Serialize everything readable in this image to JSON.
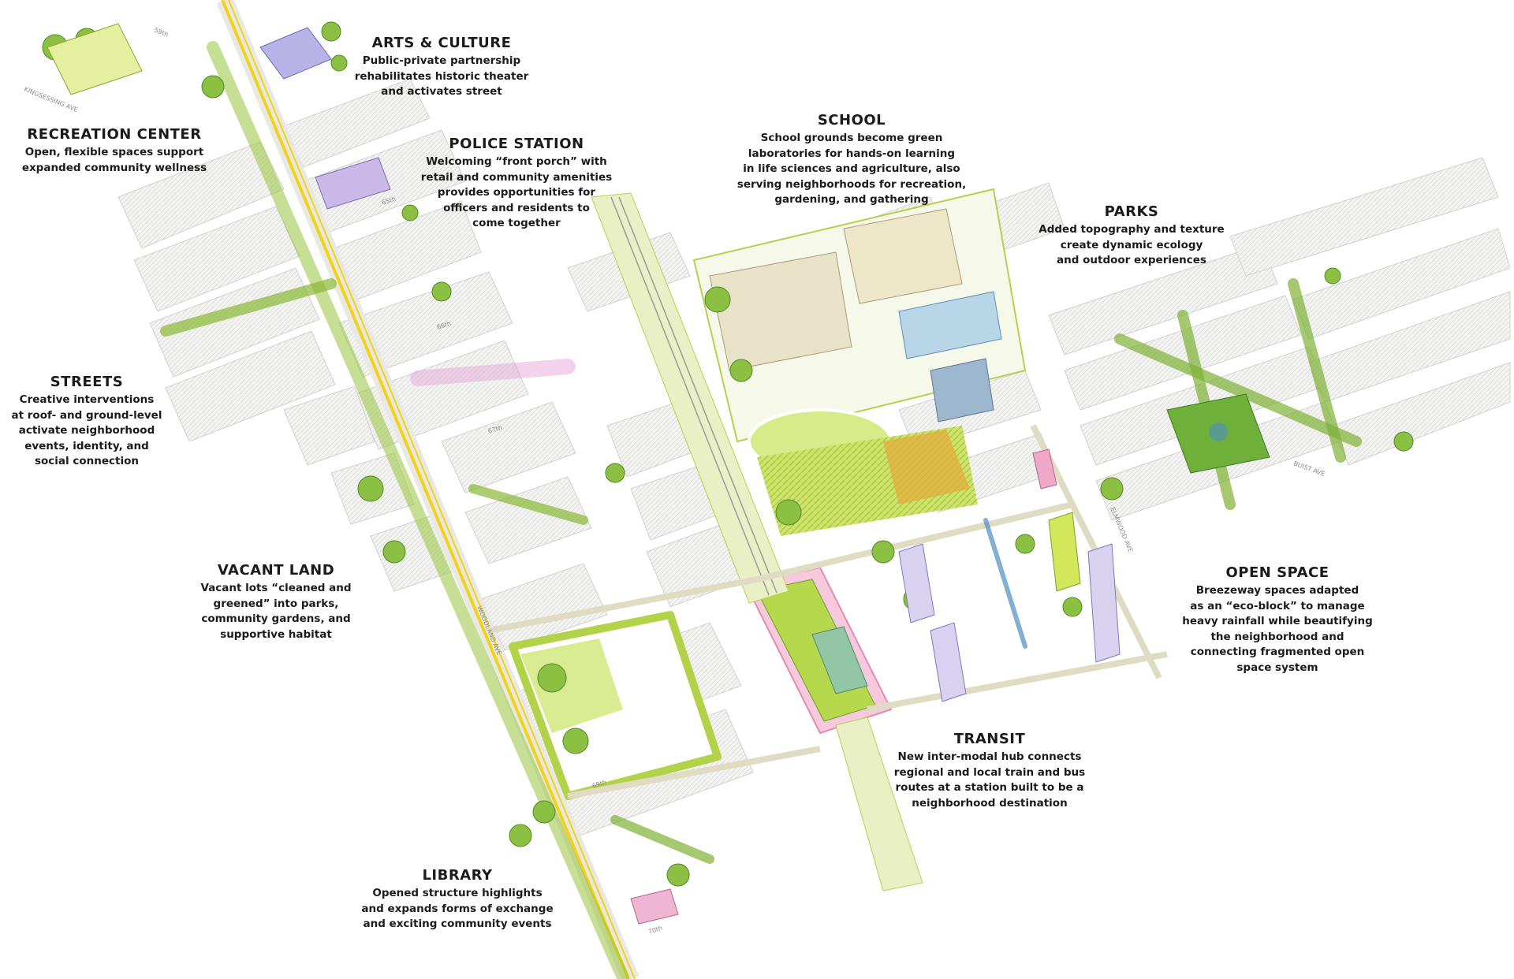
{
  "colors": {
    "green_light": "#c8e05a",
    "green_mid": "#9bc53d",
    "green_dark": "#4f8a2b",
    "yellow_road": "#f2d21b",
    "block_fill": "#f3f3f1",
    "block_line": "#cfcfcf",
    "pink": "#f0a8c8",
    "blue_water": "#4d8fc2",
    "lavender": "#b7b3e6"
  },
  "callouts": [
    {
      "id": "arts-culture",
      "title": "ARTS & CULTURE",
      "desc": "Public-private partnership\nrehabilitates historic theater\nand activates street"
    },
    {
      "id": "recreation-center",
      "title": "RECREATION CENTER",
      "desc": "Open, flexible spaces support\nexpanded community wellness"
    },
    {
      "id": "police-station",
      "title": "POLICE STATION",
      "desc": "Welcoming “front porch” with\nretail and community amenities\nprovides opportunities for\nofficers and residents to\ncome together"
    },
    {
      "id": "school",
      "title": "SCHOOL",
      "desc": "School grounds become green\nlaboratories for hands-on learning\nin life sciences and agriculture, also\nserving neighborhoods for recreation,\ngardening, and gathering"
    },
    {
      "id": "parks",
      "title": "PARKS",
      "desc": "Added topography and texture\ncreate dynamic ecology\nand outdoor experiences"
    },
    {
      "id": "streets",
      "title": "STREETS",
      "desc": "Creative interventions\nat roof- and ground-level\nactivate neighborhood\nevents, identity, and\nsocial connection"
    },
    {
      "id": "vacant-land",
      "title": "VACANT LAND",
      "desc": "Vacant lots “cleaned and\ngreened” into parks,\ncommunity gardens, and\nsupportive habitat"
    },
    {
      "id": "open-space",
      "title": "OPEN SPACE",
      "desc": "Breezeway spaces adapted\nas an “eco-block” to manage\nheavy rainfall while beautifying\nthe neighborhood and\nconnecting fragmented open\nspace system"
    },
    {
      "id": "transit",
      "title": "TRANSIT",
      "desc": "New inter-modal hub connects\nregional and local train and bus\nroutes at a station built to be a\nneighborhood destination"
    },
    {
      "id": "library",
      "title": "LIBRARY",
      "desc": "Opened structure highlights\nand expands forms of exchange\nand exciting community events"
    }
  ],
  "street_labels": {
    "kingsessing": "KINGSESSING AVE",
    "s58": "58th",
    "s65": "65th",
    "s66": "66th",
    "s67": "67th",
    "s69": "69th",
    "s70": "70th",
    "woodland": "WOODLAND AVE",
    "elmwood": "ELMWOOD AVE",
    "buist": "BUIST AVE"
  }
}
